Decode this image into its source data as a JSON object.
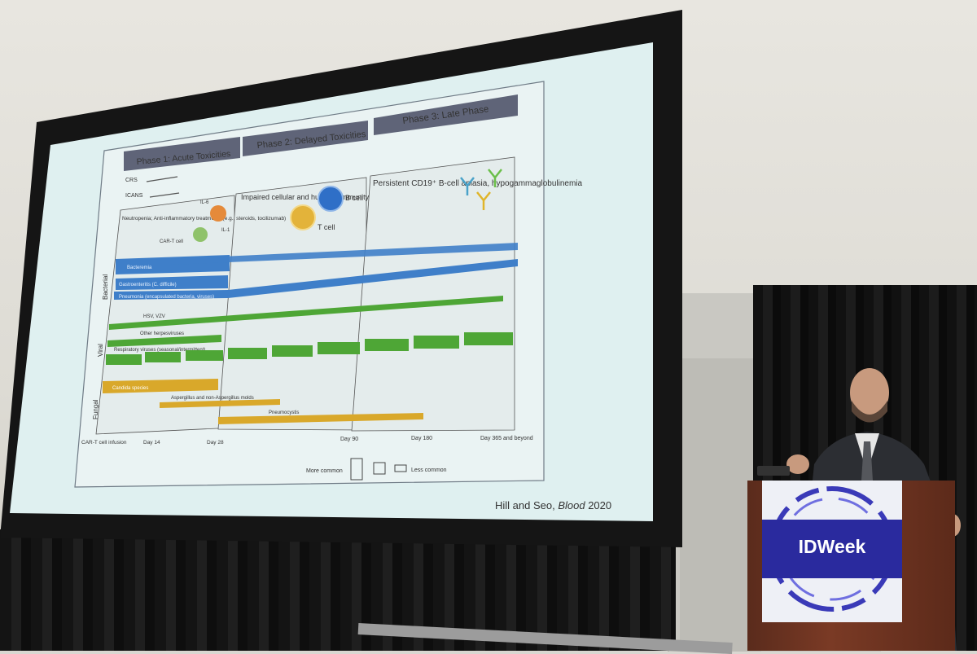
{
  "slide": {
    "phases": [
      "Phase 1: Acute Toxicities",
      "Phase 2: Delayed Toxicities",
      "Phase 3: Late Phase"
    ],
    "arrows": [
      "CRS",
      "ICANS"
    ],
    "phase1_note": "Neutropenia; Anti-inflammatory treatments (e.g., steroids, tocilizumab)",
    "cart_cell_label": "CAR-T cell",
    "il6_label": "IL-6",
    "il1_label": "IL-1",
    "phase2_note": "Impaired cellular and humoral immunity",
    "b_cell_label": "B cell",
    "t_cell_label": "T cell",
    "phase3_note": "Persistent CD19⁺ B-cell aplasia, hypogammaglobulinemia",
    "categories": [
      "Bacterial",
      "Viral",
      "Fungal"
    ],
    "bars": {
      "bacteremia": "Bacteremia",
      "gi": "Gastroenteritis (C. difficile)",
      "pneumonia": "Pneumonia (encapsulated bacteria, viruses)",
      "hsv": "HSV, VZV",
      "herpes": "Other herpesviruses",
      "resp": "Respiratory viruses (seasonal/intermittent)",
      "candida": "Candida species",
      "asper": "Aspergillus and non-Aspergillus molds",
      "pneumo": "Pneumocystis"
    },
    "timeline": [
      "CAR-T cell infusion",
      "Day 14",
      "Day 28",
      "Day 90",
      "Day 180",
      "Day 365 and beyond"
    ],
    "legend_more": "More common",
    "legend_less": "Less common",
    "citation_authors": "Hill and Seo, ",
    "citation_journal": "Blood",
    "citation_year": " 2020"
  },
  "sign": {
    "label": "IDWeek"
  },
  "colors": {
    "bacterial": "#3f7fc9",
    "viral": "#4ea636",
    "fungal": "#d9a82a",
    "sign_blue": "#2a2a9e",
    "header": "#5f6478"
  }
}
